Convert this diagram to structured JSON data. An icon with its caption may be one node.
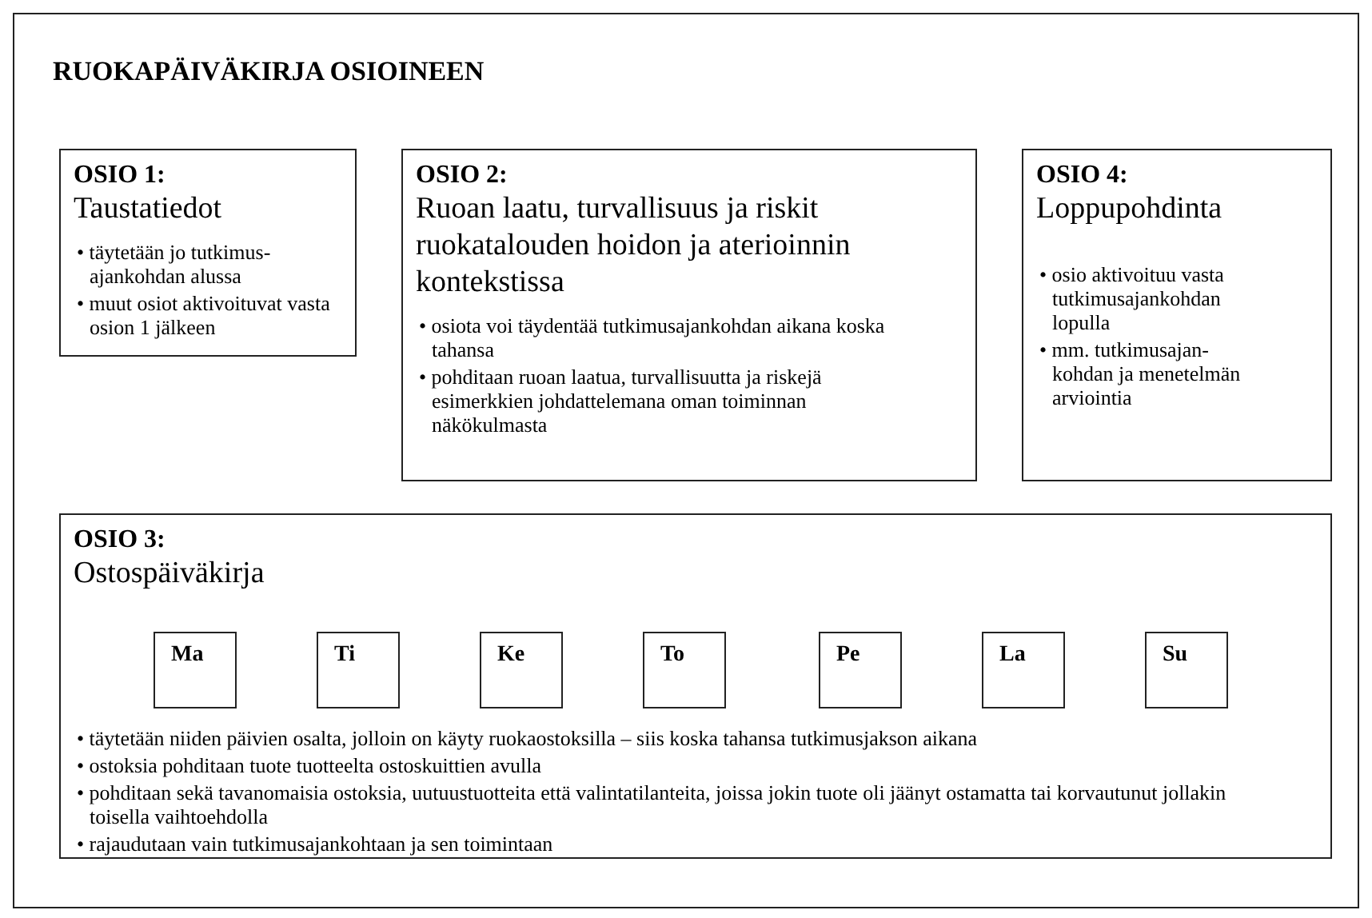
{
  "diagram": {
    "nodes": [
      {
        "text": [
          "RUOKAPÄIVÄKIRJA OSIOINEEN"
        ]
      },
      {
        "text": [
          "OSIO 1:",
          "Taustatiedot",
          "• täytetään jo tutkimus-ajankohdan alussa",
          "• muut osiot aktivoituvat vasta osion 1 jälkeen"
        ],
        "in": 0
      },
      {
        "text": [
          "OSIO 2:",
          "Ruoan laatu, turvallisuus ja riskit ruokatalouden hoidon ja aterioinnin kontekstissa",
          "• osiota voi täydentää tutkimusajankohdan aikana koska tahansa",
          "• pohditaan ruoan laatua, turvallisuutta ja riskejä esimerkkien johdattelemana oman toiminnan näkökulmasta"
        ],
        "in": 0
      },
      {
        "text": [
          "OSIO 4:",
          "Loppupohdinta",
          "• osio aktivoituu vasta tutkimusajankohdan lopulla",
          "• mm. tutkimusajan-kohdan ja menetelmän arviointia"
        ],
        "in": 0
      },
      {
        "text": [
          "OSIO 3:",
          "Ostospäiväkirja",
          "• täytetään niiden päivien osalta, jolloin on käyty ruokaostoksilla – siis koska tahansa tutkimusjakson aikana",
          "• ostoksia pohditaan tuote tuotteelta ostoskuittien avulla",
          "• pohditaan sekä tavanomaisia ostoksia, uutuustuotteita että valintatilanteita, joissa jokin tuote oli jäänyt ostamatta tai korvautunut jollakin toisella vaihtoehdolla",
          "• rajaudutaan vain tutkimusajankohtaan ja sen toimintaan"
        ],
        "in": 0
      },
      {
        "text": [
          "Ma"
        ],
        "in": 4
      },
      {
        "text": [
          "Ti"
        ],
        "in": 4
      },
      {
        "text": [
          "Ke"
        ],
        "in": 4
      },
      {
        "text": [
          "To"
        ],
        "in": 4
      },
      {
        "text": [
          "Pe"
        ],
        "in": 4
      },
      {
        "text": [
          "La"
        ],
        "in": 4
      },
      {
        "text": [
          "Su"
        ],
        "in": 4
      }
    ],
    "edges": []
  }
}
